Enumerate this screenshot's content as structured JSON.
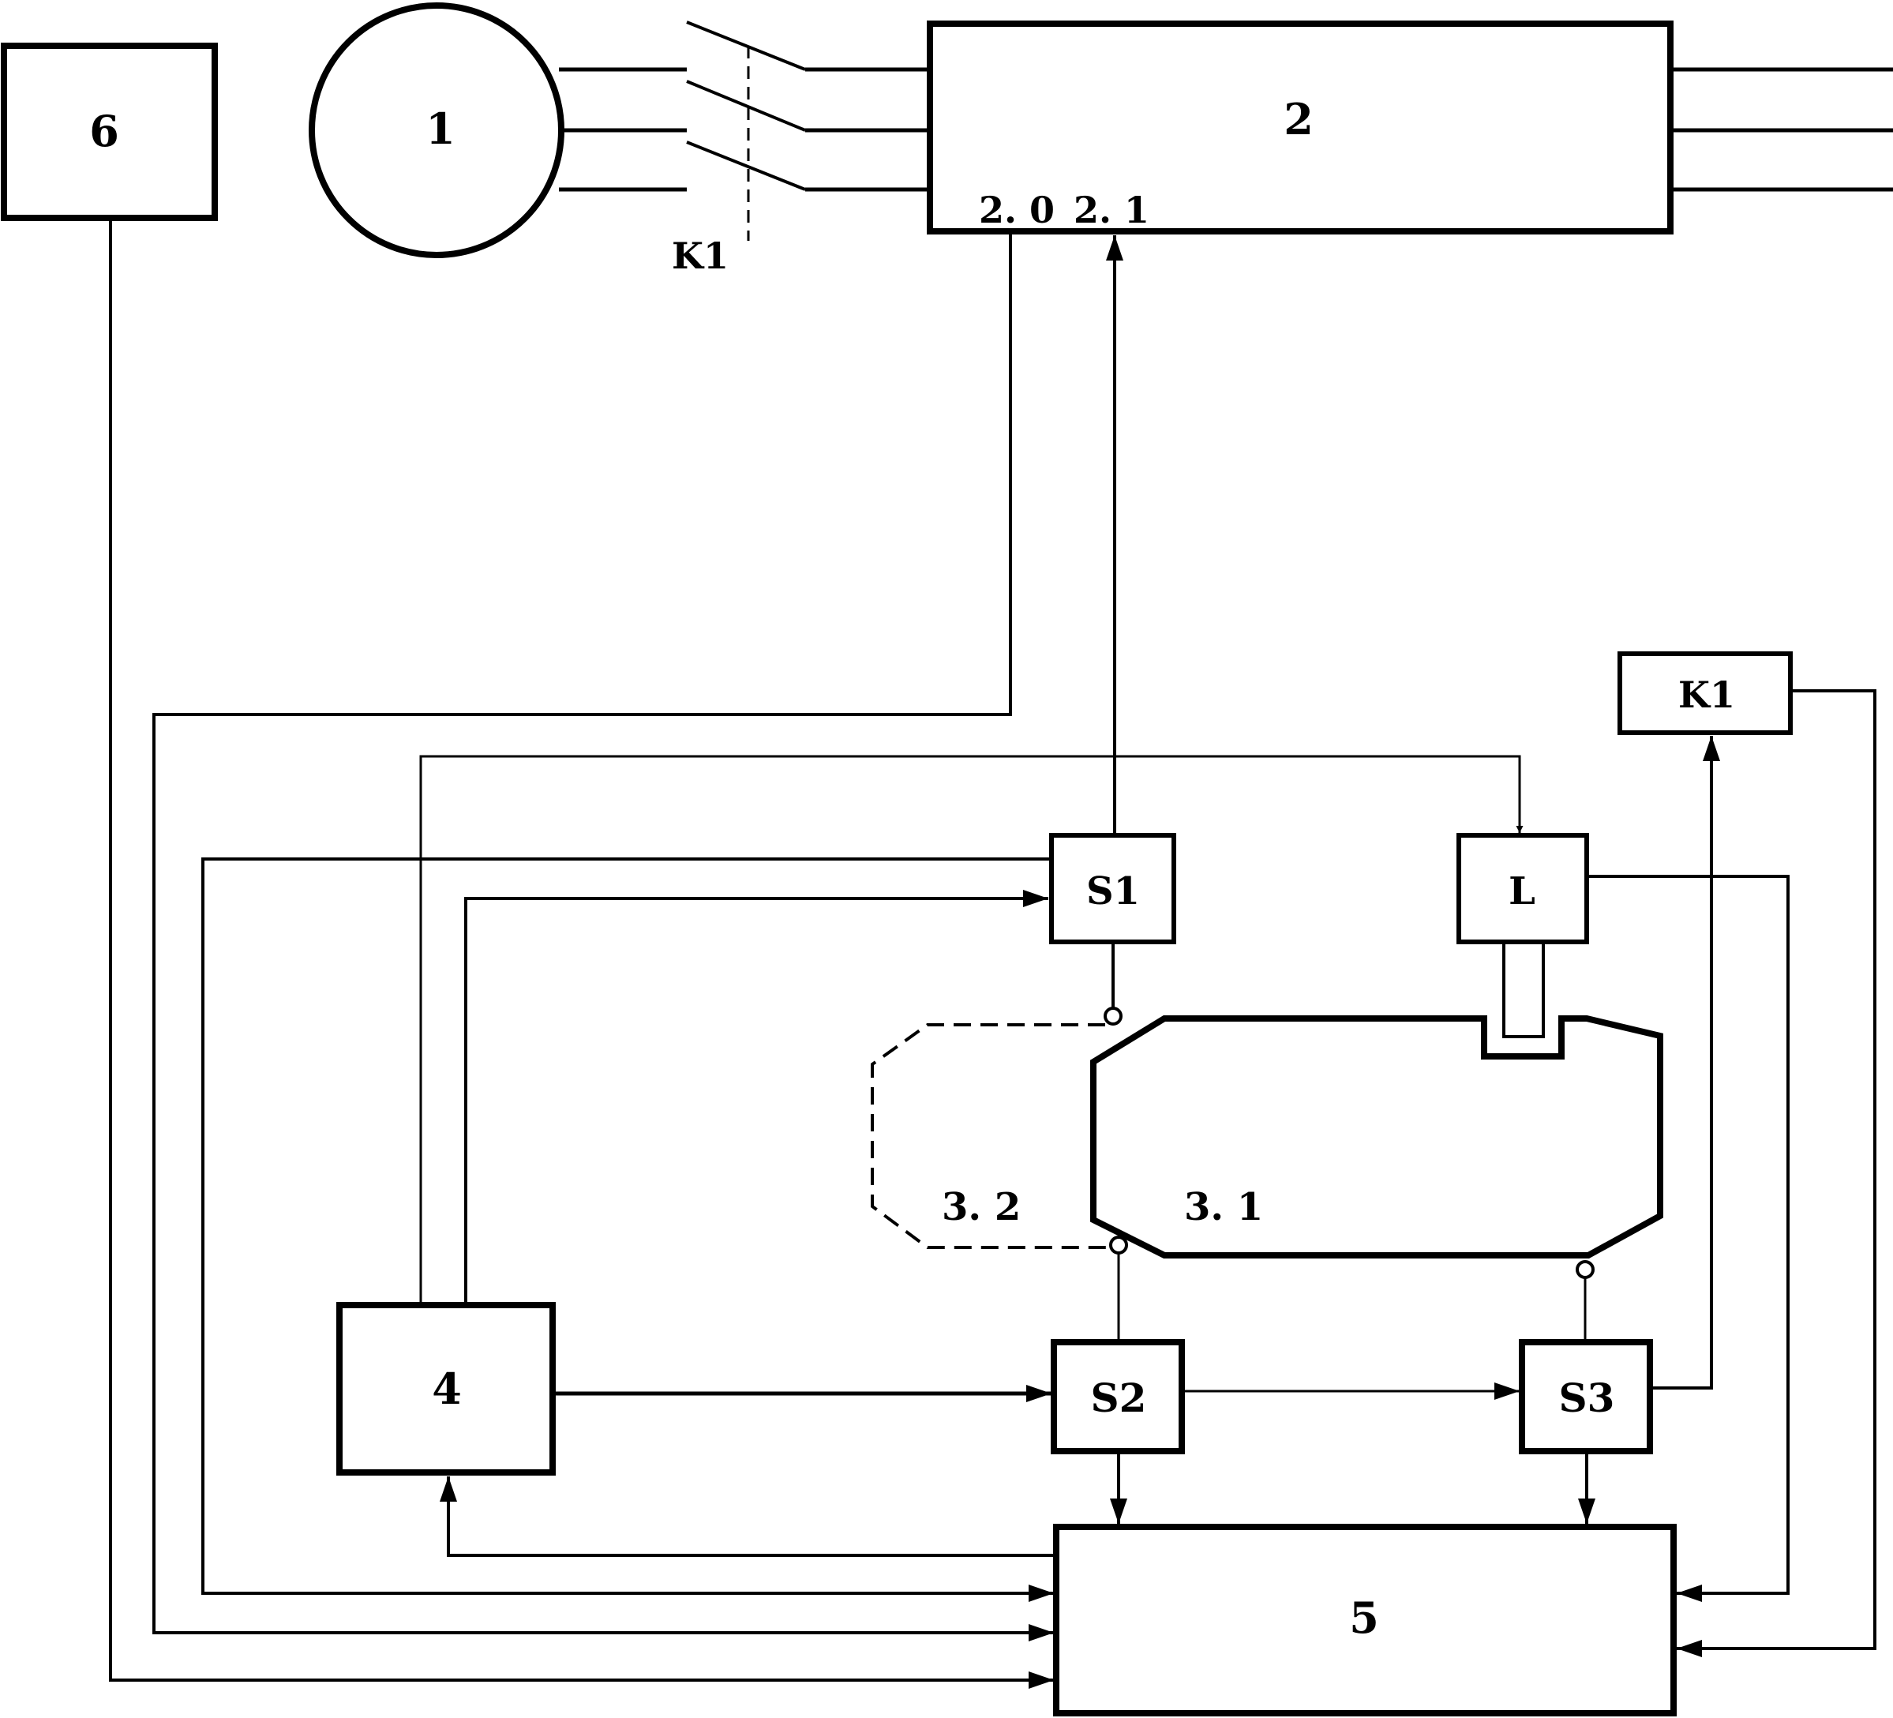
{
  "labels": {
    "box6": "6",
    "motor": "1",
    "box2": "2",
    "port20": "2. 0",
    "port21": "2. 1",
    "switch": "K1",
    "relayK1": "K1",
    "s1": "S1",
    "lock": "L",
    "lidOpen": "3. 2",
    "lidClosed": "3. 1",
    "box4": "4",
    "s2": "S2",
    "s3": "S3",
    "box5": "5"
  },
  "colors": {
    "ink": "#000000",
    "background": "#ffffff"
  }
}
